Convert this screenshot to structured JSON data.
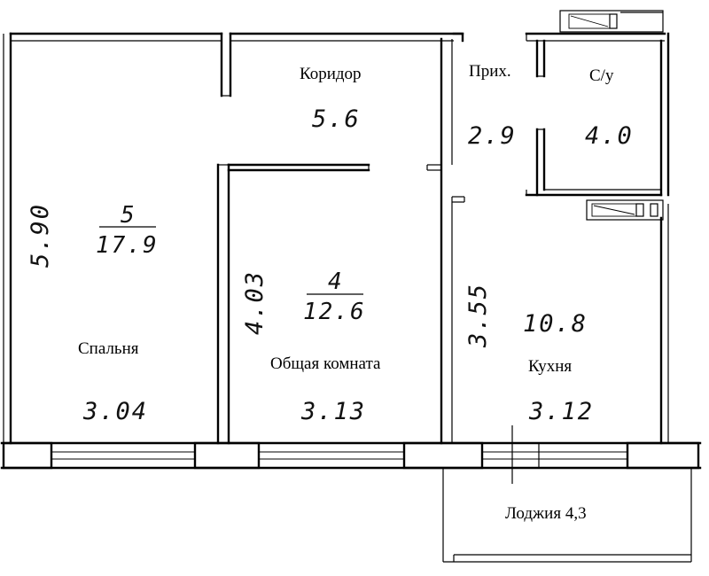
{
  "rooms": {
    "corridor": {
      "label": "Коридор",
      "area": "5.6"
    },
    "hall": {
      "label": "Прих.",
      "area": "2.9"
    },
    "bathroom": {
      "label": "С/у",
      "area": "4.0"
    },
    "bedroom": {
      "label": "Спальня",
      "number": "5",
      "area": "17.9",
      "length": "5.90",
      "width": "3.04"
    },
    "living": {
      "label": "Общая комната",
      "number": "4",
      "area": "12.6",
      "length": "4.03",
      "width": "3.13"
    },
    "kitchen": {
      "label": "Кухня",
      "area": "10.8",
      "length": "3.55",
      "width": "3.12"
    },
    "loggia": {
      "label": "Лоджия 4,3"
    }
  }
}
